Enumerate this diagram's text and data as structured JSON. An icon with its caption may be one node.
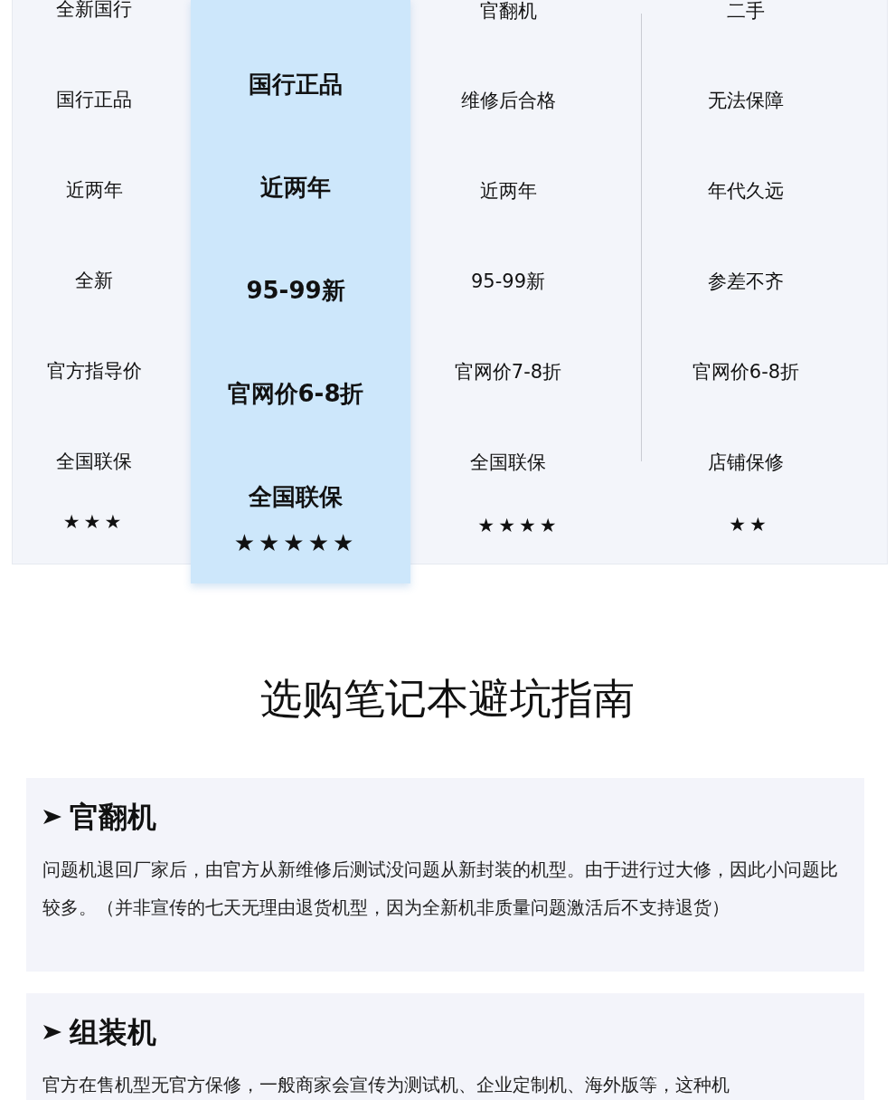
{
  "diagram": {
    "title": "选购笔记本避坑指南",
    "nodes": [
      {
        "text": [
          "官翻机",
          "问题机退回厂家后，由官方从新维修后测试没问题从新封装的机型。由于进行过大修，因此小问题比较多。（并非宣传的七天无理由退货机型，因为全新机非质量问题激活后不支持退货）"
        ]
      },
      {
        "text": [
          "组装机",
          "官方在售机型无官方保修，一般商家会宣传为测试机、企业定制机、海外版等，这种机"
        ]
      }
    ],
    "labels": [
      "全新国行",
      "官翻机",
      "二手",
      "国行正品",
      "国行正品",
      "维修后合格",
      "无法保障",
      "近两年",
      "近两年",
      "近两年",
      "年代久远",
      "全新",
      "95-99新",
      "95-99新",
      "参差不齐",
      "官方指导价",
      "官网价6-8折",
      "官网价7-8折",
      "官网价6-8折",
      "全国联保",
      "全国联保",
      "全国联保",
      "店铺保修",
      "★★★",
      "★★★★★",
      "★★★★",
      "★★"
    ]
  }
}
